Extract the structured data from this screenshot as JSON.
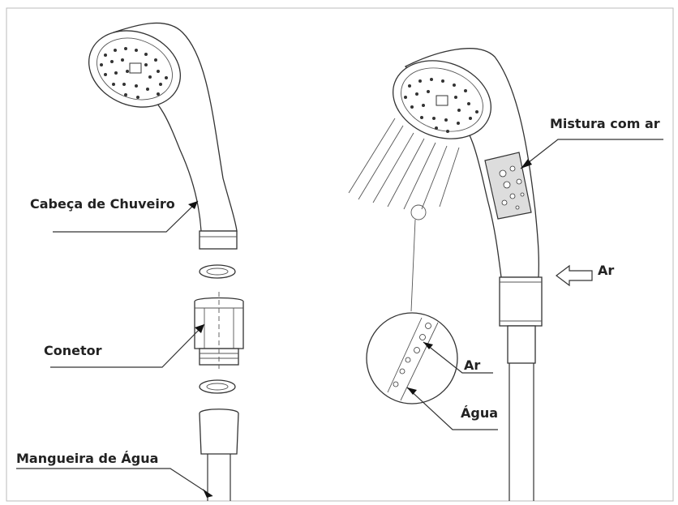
{
  "labels": {
    "head": "Cabeça de Chuveiro",
    "connector": "Conetor",
    "hose": "Mangueira de Água",
    "air_mix": "Mistura com ar",
    "air_inlet": "Ar",
    "detail_air": "Ar",
    "detail_water": "Água"
  },
  "colors": {
    "line": "#333333",
    "background": "#ffffff",
    "frame": "#bbbbbb"
  }
}
